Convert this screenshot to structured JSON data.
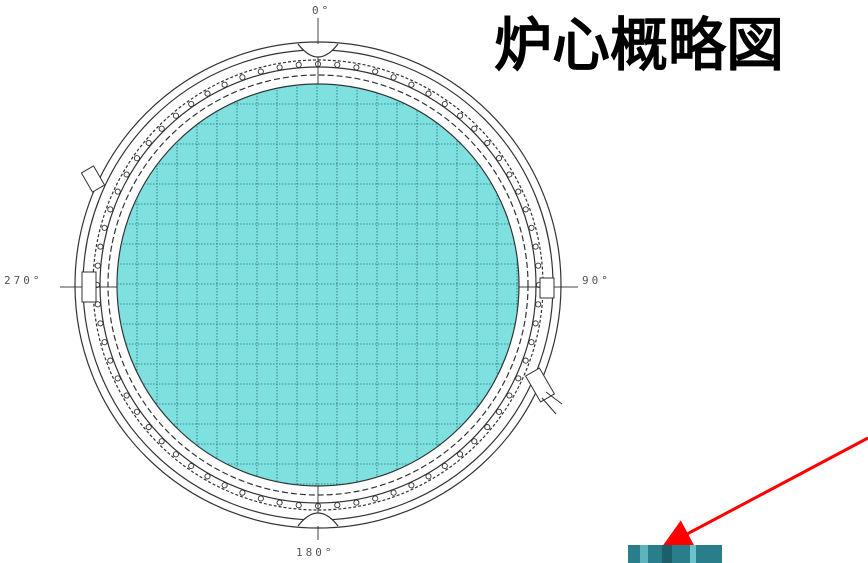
{
  "title": "炉心概略図",
  "angles": {
    "top": "0°",
    "right": "90°",
    "bottom": "180°",
    "left": "270°"
  },
  "colors": {
    "core_fill": "#7fe0e0",
    "grid_line": "#1f6f74",
    "outline": "#333333",
    "arrow": "#ff0000",
    "photo": "#2a7e8c"
  },
  "icons": {
    "arrow": "red-arrow-icon",
    "photo": "core-photo-thumbnail"
  }
}
